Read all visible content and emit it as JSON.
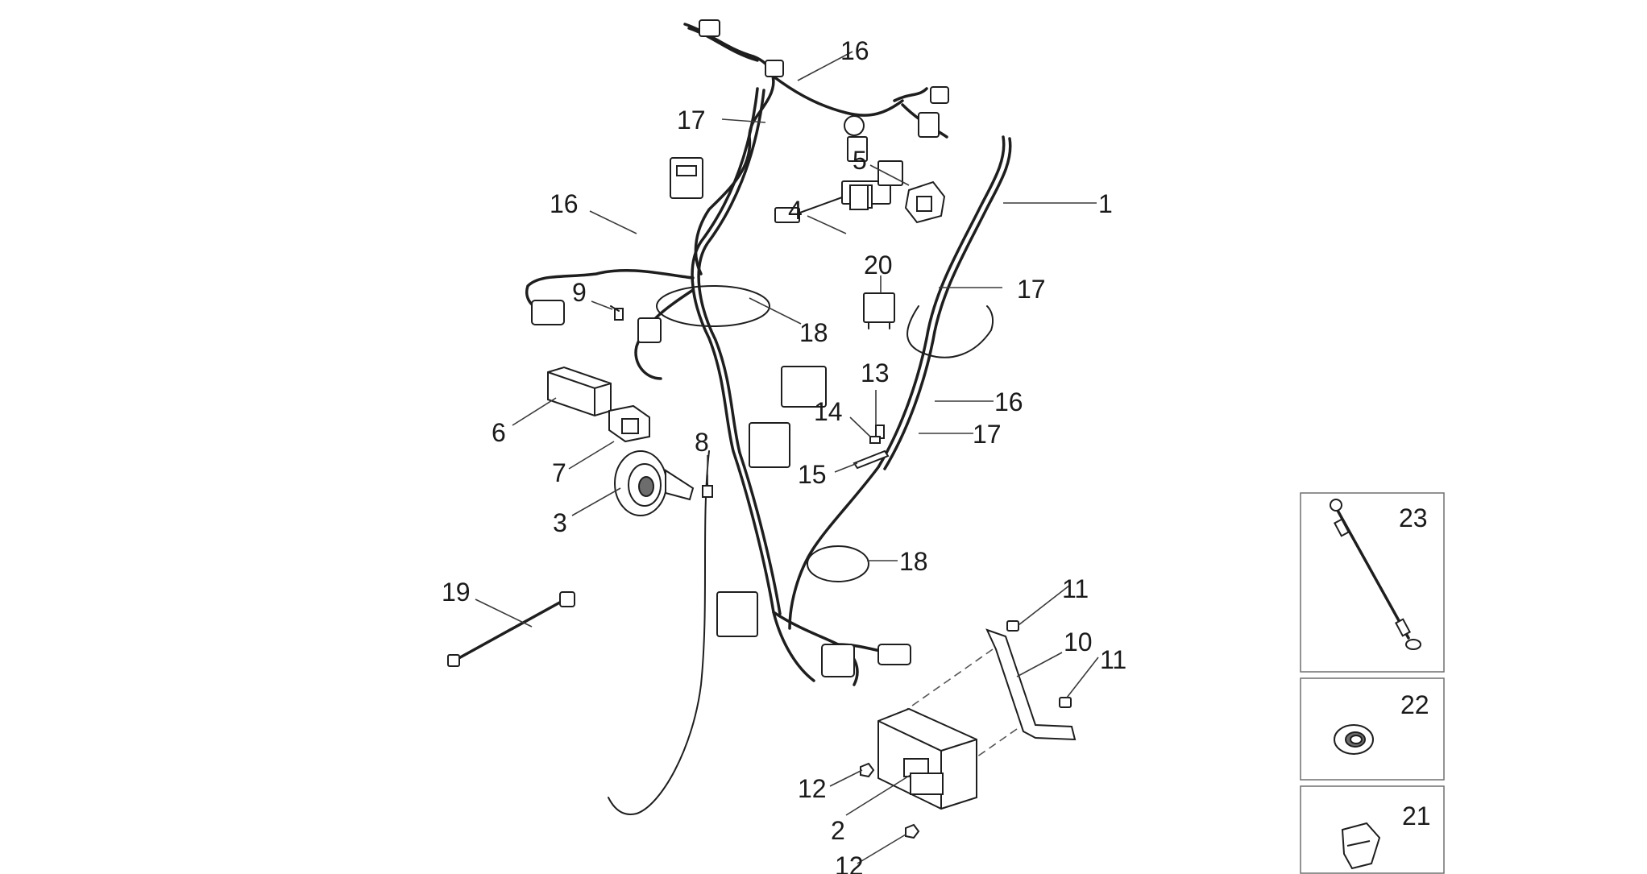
{
  "callouts": {
    "c1": "1",
    "c2": "2",
    "c3": "3",
    "c4": "4",
    "c5": "5",
    "c6": "6",
    "c7": "7",
    "c8": "8",
    "c9": "9",
    "c10": "10",
    "c11a": "11",
    "c11b": "11",
    "c12a": "12",
    "c12b": "12",
    "c13": "13",
    "c14": "14",
    "c15": "15",
    "c16a": "16",
    "c16b": "16",
    "c16c": "16",
    "c17a": "17",
    "c17b": "17",
    "c17c": "17",
    "c18a": "18",
    "c18b": "18",
    "c19": "19",
    "c20": "20",
    "c21": "21",
    "c22": "22",
    "c23": "23"
  }
}
